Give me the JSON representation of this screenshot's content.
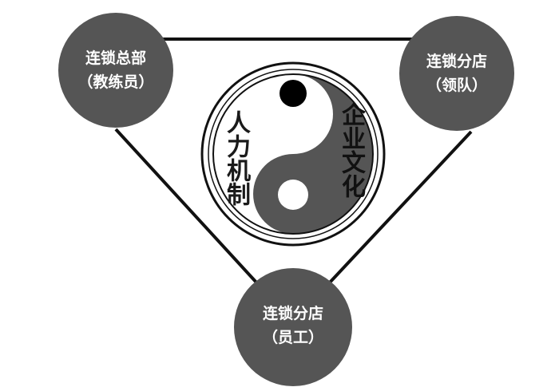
{
  "colors": {
    "node_fill": "#555555",
    "line": "#111111",
    "yin": "#555555",
    "yang": "#ffffff",
    "ring": "#111111",
    "text_light": "#ffffff",
    "text_dark": "#1a1a1a"
  },
  "nodes": {
    "top_left": {
      "line1": "连锁总部",
      "line2": "（教练员）"
    },
    "top_right": {
      "line1": "连锁分店",
      "line2": "（领队）"
    },
    "bottom": {
      "line1": "连锁分店",
      "line2": "（员工）"
    }
  },
  "center": {
    "left_text": "人力机制",
    "right_text": "企业文化"
  }
}
